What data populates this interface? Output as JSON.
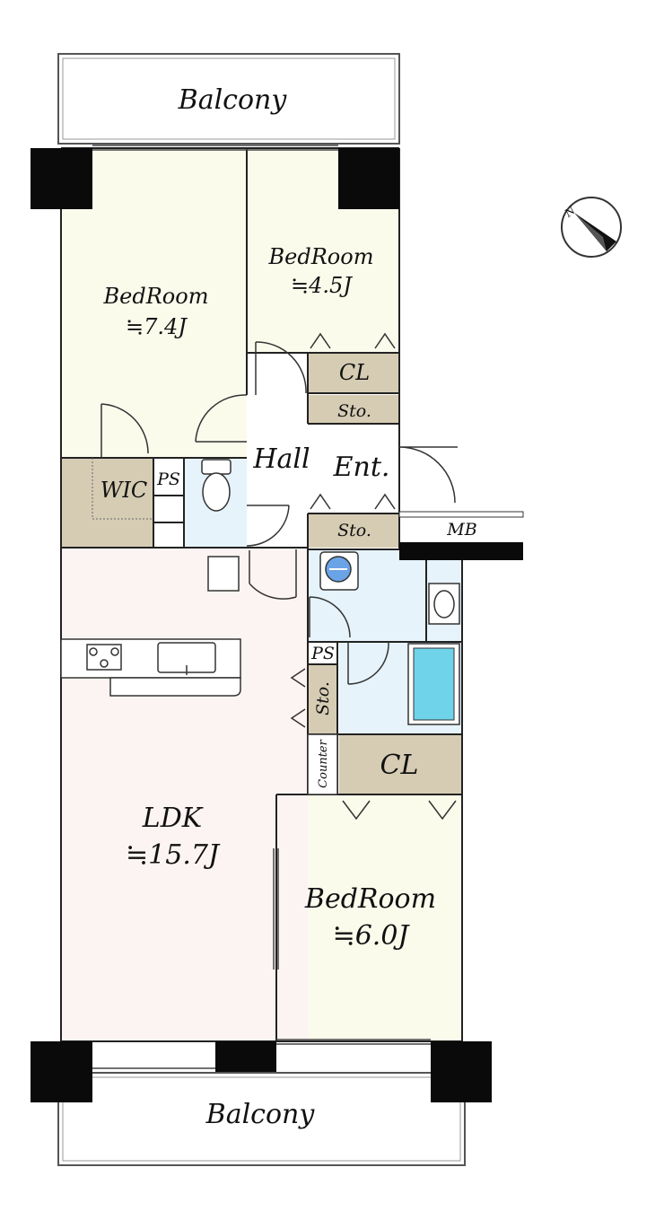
{
  "compass": {
    "label": "N"
  },
  "balcony_top": {
    "label": "Balcony"
  },
  "balcony_bottom": {
    "label": "Balcony"
  },
  "bedroom_nw": {
    "name": "BedRoom",
    "size": "≒7.4J"
  },
  "bedroom_ne": {
    "name": "BedRoom",
    "size": "≒4.5J"
  },
  "bedroom_se": {
    "name": "BedRoom",
    "size": "≒6.0J"
  },
  "ldk": {
    "name": "LDK",
    "size": "≒15.7J"
  },
  "hall": {
    "label": "Hall"
  },
  "entrance": {
    "label": "Ent."
  },
  "closet_ne": {
    "label": "CL"
  },
  "closet_se": {
    "label": "CL"
  },
  "storage_upper": {
    "label": "Sto."
  },
  "storage_entry": {
    "label": "Sto."
  },
  "storage_vertical": {
    "label": "Sto."
  },
  "wic": {
    "label": "WIC"
  },
  "ps_left": {
    "label": "PS"
  },
  "ps_right": {
    "label": "PS"
  },
  "mb": {
    "label": "MB"
  },
  "counter": {
    "label": "Counter"
  },
  "colors": {
    "bedroom": "#fbfbec",
    "ldk": "#fcf4f2",
    "storage": "#d6ccb4",
    "wet_area": "#e6f3fb",
    "bathtub": "#6fd3ea",
    "column": "#0a0a0a",
    "wall": "#222222"
  }
}
